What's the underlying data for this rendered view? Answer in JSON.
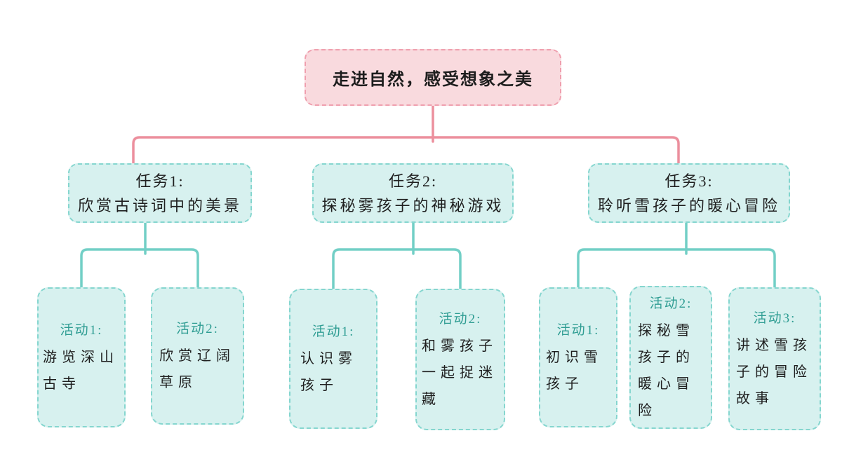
{
  "colors": {
    "pink_fill": "#f9dade",
    "pink_border": "#ef9fae",
    "pink_line": "#ec8f9d",
    "teal_fill": "#d7f1ef",
    "teal_border": "#85d6cf",
    "teal_line": "#72cfc6",
    "text_dark": "#1f1f1f",
    "activity_label_color": "#2f9d93"
  },
  "tree": {
    "root": {
      "title": "走进自然，感受想象之美"
    },
    "tasks": [
      {
        "label": "任务1:",
        "title": "欣赏古诗词中的美景",
        "activities": [
          {
            "label": "活动1:",
            "text": "游览深山古寺"
          },
          {
            "label": "活动2:",
            "text": "欣赏辽阔草原"
          }
        ]
      },
      {
        "label": "任务2:",
        "title": "探秘雾孩子的神秘游戏",
        "activities": [
          {
            "label": "活动1:",
            "text": "认识雾孩子"
          },
          {
            "label": "活动2:",
            "text": "和雾孩子一起捉迷藏"
          }
        ]
      },
      {
        "label": "任务3:",
        "title": "聆听雪孩子的暖心冒险",
        "activities": [
          {
            "label": "活动1:",
            "text": "初识雪孩子"
          },
          {
            "label": "活动2:",
            "text": "探秘雪孩子的暖心冒险"
          },
          {
            "label": "活动3:",
            "text": "讲述雪孩子的冒险故事"
          }
        ]
      }
    ]
  }
}
